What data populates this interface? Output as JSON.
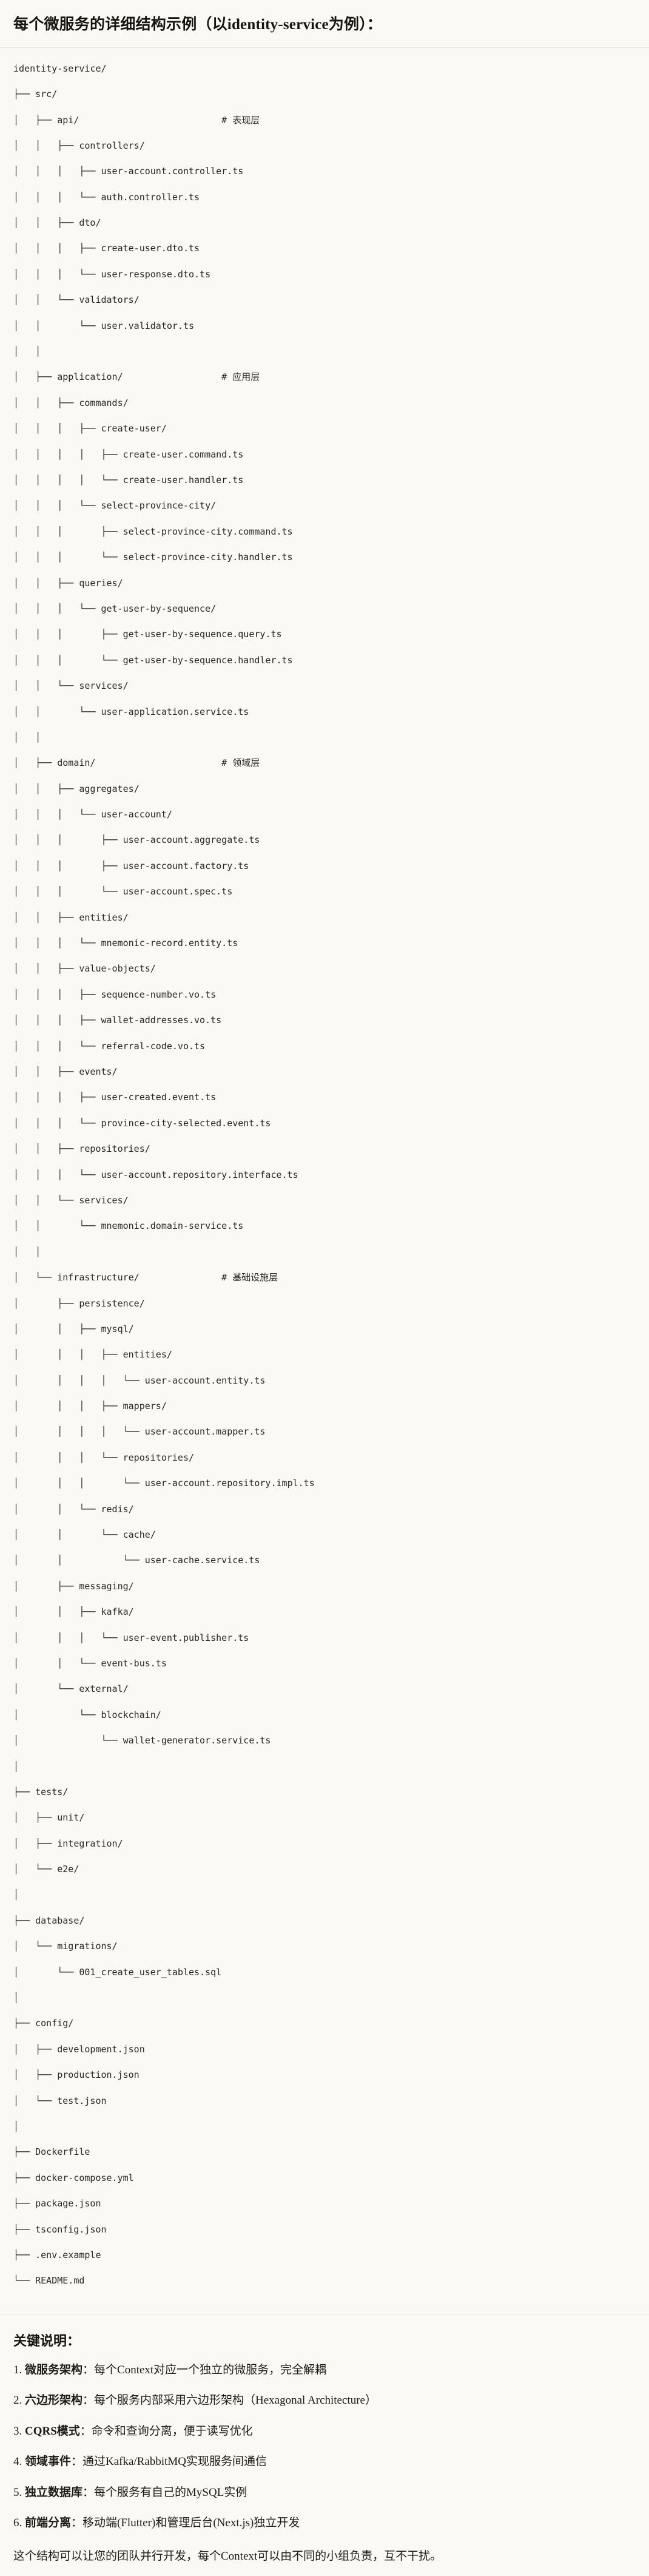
{
  "header": {
    "title": "每个微服务的详细结构示例（以identity-service为例）："
  },
  "code_block": {
    "language": "text",
    "lines": [
      "identity-service/",
      "├── src/",
      "│   ├── api/                          # 表现层",
      "│   │   ├── controllers/",
      "│   │   │   ├── user-account.controller.ts",
      "│   │   │   └── auth.controller.ts",
      "│   │   ├── dto/",
      "│   │   │   ├── create-user.dto.ts",
      "│   │   │   └── user-response.dto.ts",
      "│   │   └── validators/",
      "│   │       └── user.validator.ts",
      "│   │",
      "│   ├── application/                  # 应用层",
      "│   │   ├── commands/",
      "│   │   │   ├── create-user/",
      "│   │   │   │   ├── create-user.command.ts",
      "│   │   │   │   └── create-user.handler.ts",
      "│   │   │   └── select-province-city/",
      "│   │   │       ├── select-province-city.command.ts",
      "│   │   │       └── select-province-city.handler.ts",
      "│   │   ├── queries/",
      "│   │   │   └── get-user-by-sequence/",
      "│   │   │       ├── get-user-by-sequence.query.ts",
      "│   │   │       └── get-user-by-sequence.handler.ts",
      "│   │   └── services/",
      "│   │       └── user-application.service.ts",
      "│   │",
      "│   ├── domain/                       # 领域层",
      "│   │   ├── aggregates/",
      "│   │   │   └── user-account/",
      "│   │   │       ├── user-account.aggregate.ts",
      "│   │   │       ├── user-account.factory.ts",
      "│   │   │       └── user-account.spec.ts",
      "│   │   ├── entities/",
      "│   │   │   └── mnemonic-record.entity.ts",
      "│   │   ├── value-objects/",
      "│   │   │   ├── sequence-number.vo.ts",
      "│   │   │   ├── wallet-addresses.vo.ts",
      "│   │   │   └── referral-code.vo.ts",
      "│   │   ├── events/",
      "│   │   │   ├── user-created.event.ts",
      "│   │   │   └── province-city-selected.event.ts",
      "│   │   ├── repositories/",
      "│   │   │   └── user-account.repository.interface.ts",
      "│   │   └── services/",
      "│   │       └── mnemonic.domain-service.ts",
      "│   │",
      "│   └── infrastructure/               # 基础设施层",
      "│       ├── persistence/",
      "│       │   ├── mysql/",
      "│       │   │   ├── entities/",
      "│       │   │   │   └── user-account.entity.ts",
      "│       │   │   ├── mappers/",
      "│       │   │   │   └── user-account.mapper.ts",
      "│       │   │   └── repositories/",
      "│       │   │       └── user-account.repository.impl.ts",
      "│       │   └── redis/",
      "│       │       └── cache/",
      "│       │           └── user-cache.service.ts",
      "│       ├── messaging/",
      "│       │   ├── kafka/",
      "│       │   │   └── user-event.publisher.ts",
      "│       │   └── event-bus.ts",
      "│       └── external/",
      "│           └── blockchain/",
      "│               └── wallet-generator.service.ts",
      "│",
      "├── tests/",
      "│   ├── unit/",
      "│   ├── integration/",
      "│   └── e2e/",
      "│",
      "├── database/",
      "│   └── migrations/",
      "│       └── 001_create_user_tables.sql",
      "│",
      "├── config/",
      "│   ├── development.json",
      "│   ├── production.json",
      "│   └── test.json",
      "│",
      "├── Dockerfile",
      "├── docker-compose.yml",
      "├── package.json",
      "├── tsconfig.json",
      "├── .env.example",
      "└── README.md"
    ]
  },
  "notes": {
    "title": "关键说明：",
    "items": [
      {
        "num": "1.",
        "lead": "微服务架构",
        "text": "：每个Context对应一个独立的微服务，完全解耦"
      },
      {
        "num": "2.",
        "lead": "六边形架构",
        "text": "：每个服务内部采用六边形架构（Hexagonal Architecture）"
      },
      {
        "num": "3.",
        "lead": "CQRS模式",
        "text": "：命令和查询分离，便于读写优化"
      },
      {
        "num": "4.",
        "lead": "领域事件",
        "text": "：通过Kafka/RabbitMQ实现服务间通信"
      },
      {
        "num": "5.",
        "lead": "独立数据库",
        "text": "：每个服务有自己的MySQL实例"
      },
      {
        "num": "6.",
        "lead": "前端分离",
        "text": "：移动端(Flutter)和管理后台(Next.js)独立开发"
      }
    ],
    "outro": "这个结构可以让您的团队并行开发，每个Context可以由不同的小组负责，互不干扰。"
  }
}
